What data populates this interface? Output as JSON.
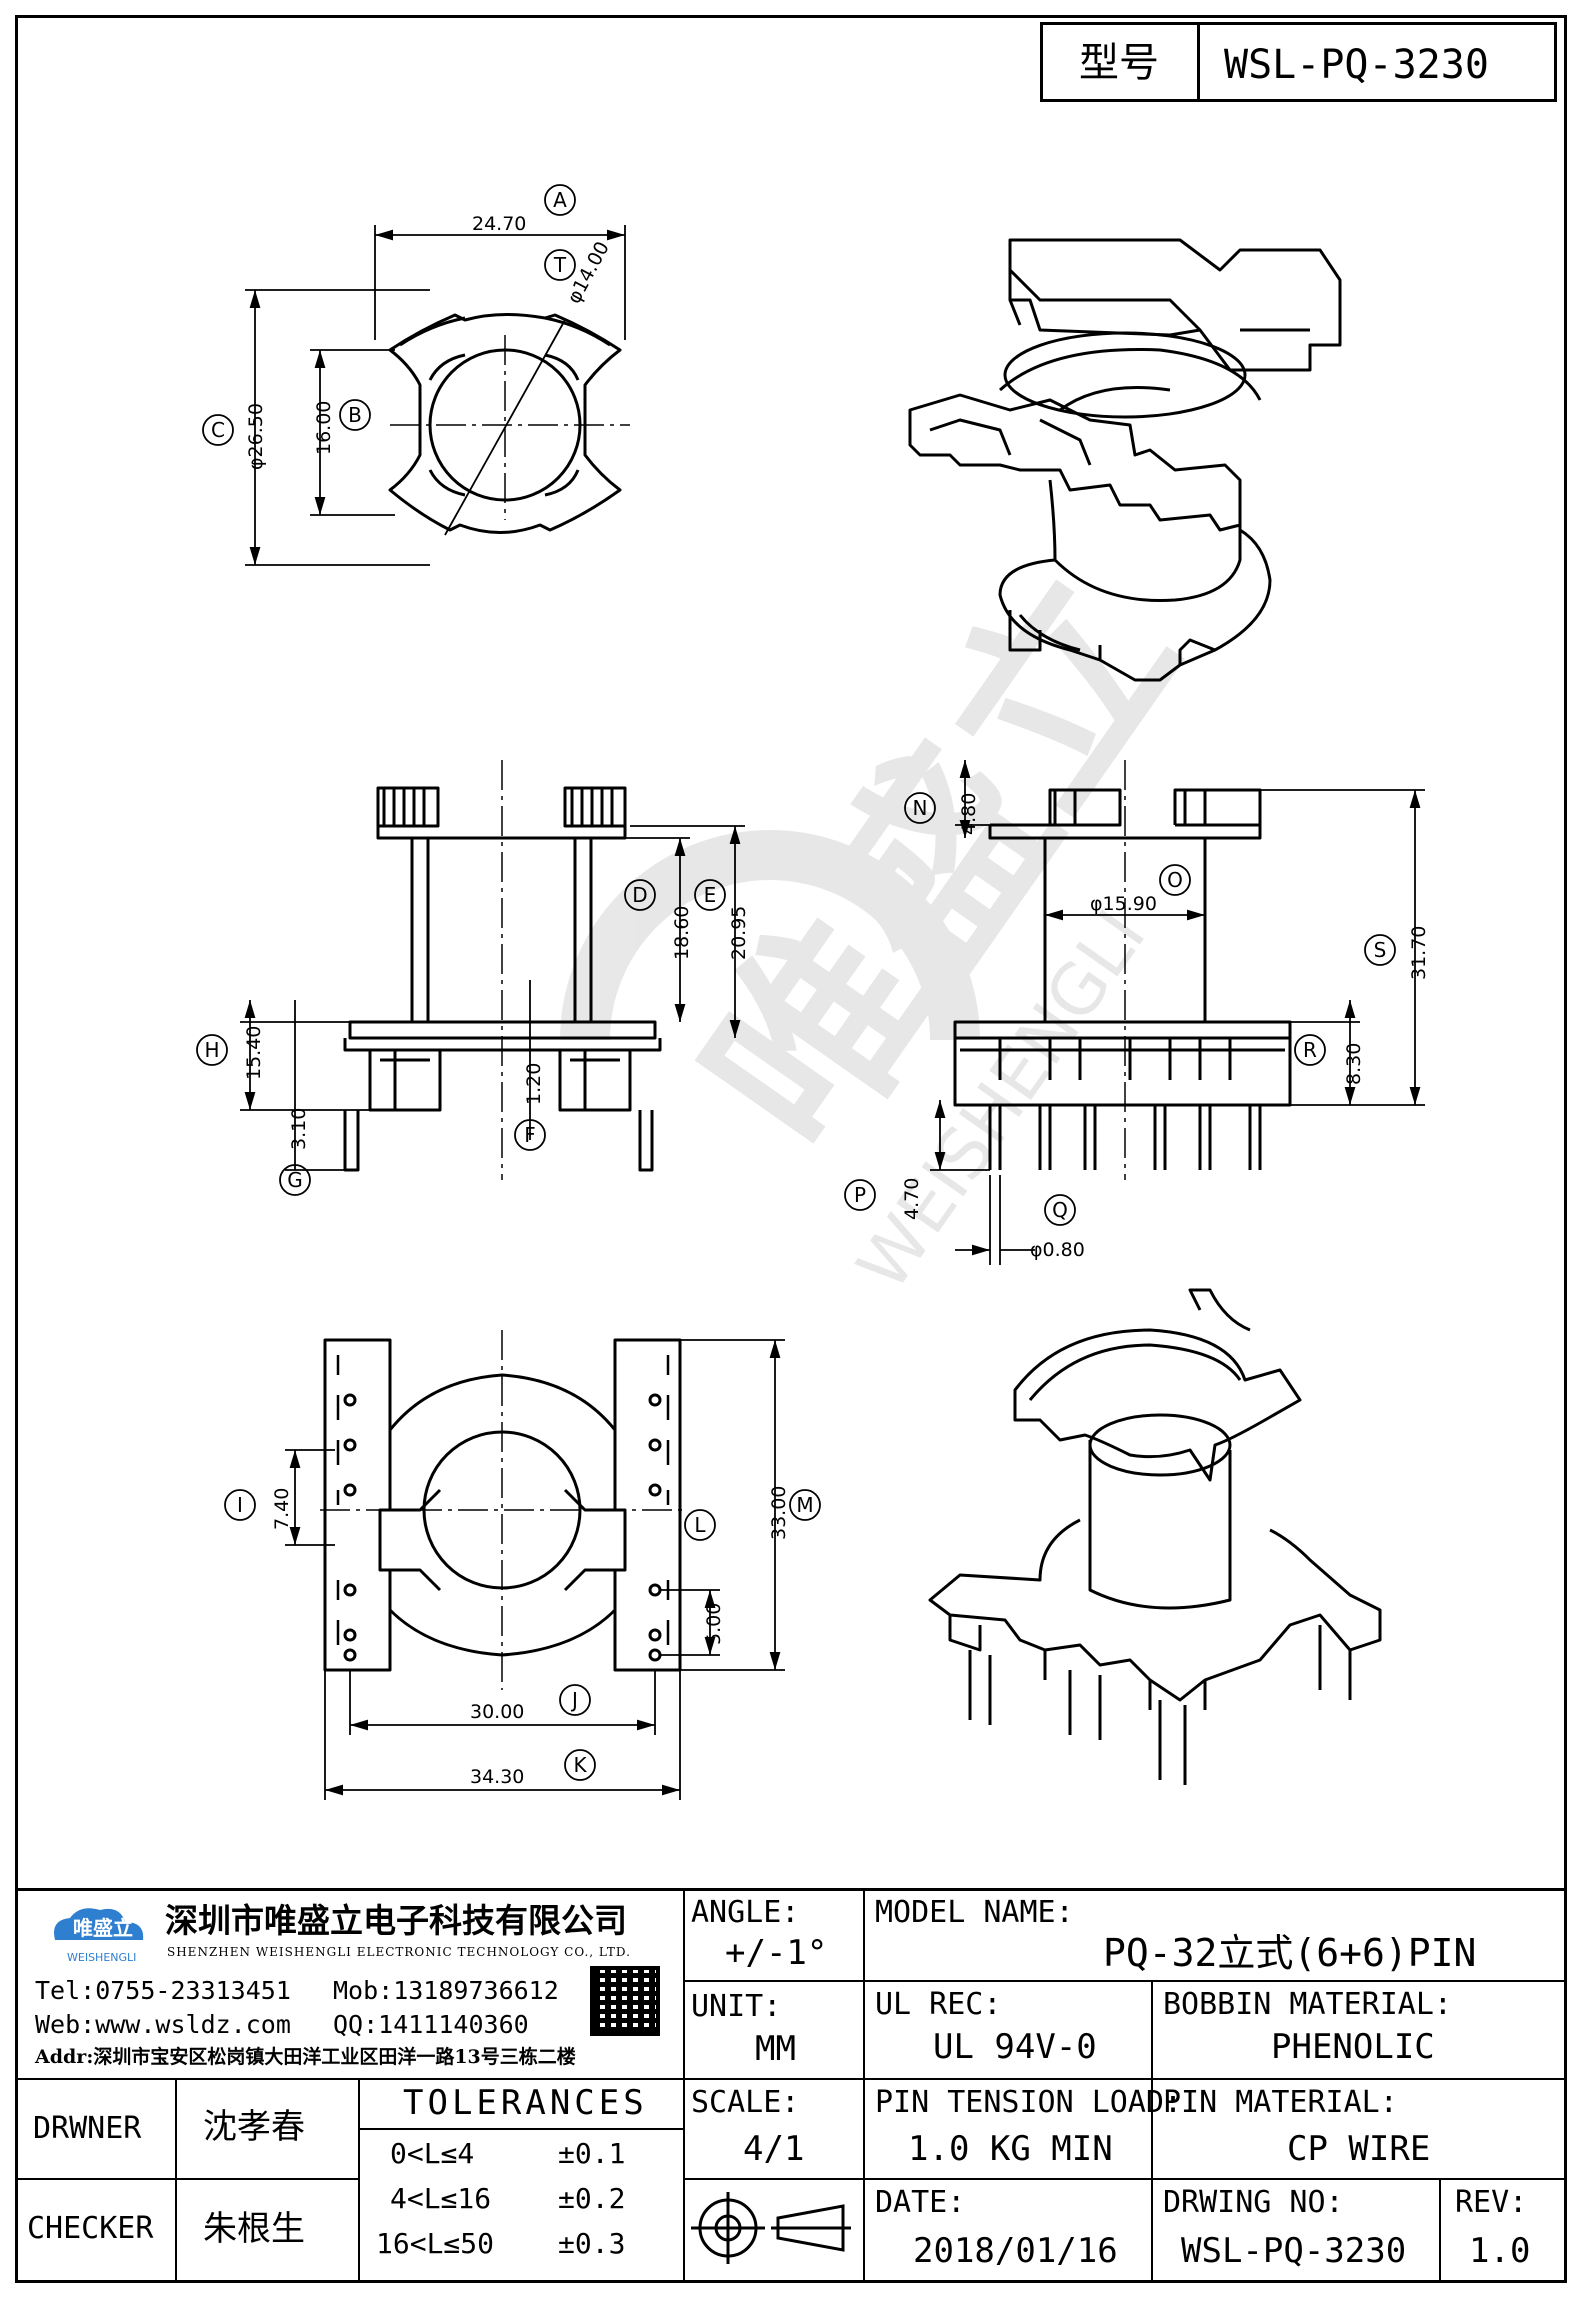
{
  "header": {
    "type_label": "型号",
    "model_code": "WSL-PQ-3230"
  },
  "dimensions": {
    "top_view": {
      "A": "24.70",
      "T": "φ14.00",
      "C": "φ26.50",
      "B": "16.00"
    },
    "side_view": {
      "D": "18.60",
      "E": "20.95",
      "H": "15.40",
      "F": "1.20",
      "G": "3.10"
    },
    "front_view": {
      "N": "4.80",
      "O": "φ15.90",
      "S": "31.70",
      "R": "8.30",
      "P": "4.70",
      "Q": "φ0.80"
    },
    "bottom_view": {
      "I": "7.40",
      "M": "33.00",
      "L": "5.00",
      "J": "30.00",
      "K": "34.30"
    },
    "letters": [
      "A",
      "T",
      "C",
      "B",
      "D",
      "E",
      "H",
      "F",
      "G",
      "N",
      "O",
      "S",
      "R",
      "P",
      "Q",
      "I",
      "M",
      "L",
      "J",
      "K"
    ]
  },
  "watermark": {
    "brand_cn": "唯盛立",
    "brand_en": "WEISHENGLI"
  },
  "company": {
    "logo_text": "唯盛立",
    "logo_sub": "WEISHENGLI",
    "name_cn": "深圳市唯盛立电子科技有限公司",
    "name_en": "SHENZHEN WEISHENGLI ELECTRONIC TECHNOLOGY CO., LTD.",
    "tel": "Tel:0755-23313451",
    "mob": "Mob:13189736612",
    "web": "Web:www.wsldz.com",
    "qq": "QQ:1411140360",
    "addr": "Addr:深圳市宝安区松岗镇大田洋工业区田洋一路13号三栋二楼"
  },
  "title_block": {
    "angle_label": "ANGLE:",
    "angle_value": "+/-1°",
    "model_name_label": "MODEL NAME:",
    "model_name_value": "PQ-32立式(6+6)PIN",
    "unit_label": "UNIT:",
    "unit_value": "MM",
    "ul_label": "UL REC:",
    "ul_value": "UL 94V-0",
    "bobbin_label": "BOBBIN MATERIAL:",
    "bobbin_value": "PHENOLIC",
    "drawer_label": "DRWNER",
    "drawer_value": "沈孝春",
    "checker_label": "CHECKER",
    "checker_value": "朱根生",
    "tolerances_label": "TOLERANCES",
    "tolerances": [
      {
        "range": "0<L≤4",
        "tol": "±0.1"
      },
      {
        "range": "4<L≤16",
        "tol": "±0.2"
      },
      {
        "range": "16<L≤50",
        "tol": "±0.3"
      }
    ],
    "scale_label": "SCALE:",
    "scale_value": "4/1",
    "pin_tension_label": "PIN TENSION LOAD:",
    "pin_tension_value": "1.0 KG MIN",
    "pin_material_label": "PIN MATERIAL:",
    "pin_material_value": "CP WIRE",
    "date_label": "DATE:",
    "date_value": "2018/01/16",
    "drawing_no_label": "DRWING NO:",
    "drawing_no_value": "WSL-PQ-3230",
    "rev_label": "REV:",
    "rev_value": "1.0"
  }
}
